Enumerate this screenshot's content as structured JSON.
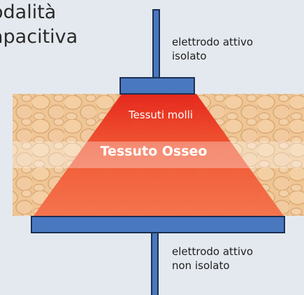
{
  "title": {
    "line1": "odalità",
    "line2": "apacitiva"
  },
  "labels": {
    "top_electrode": "elettrodo attivo\nisolato",
    "bottom_electrode": "elettrodo attivo\nnon isolato",
    "soft_tissue": "Tessuti molli",
    "bone_tissue": "Tessuto Osseo"
  },
  "colors": {
    "background": "#e4e9ef",
    "electrode": "#4a78c0",
    "electrode_border": "#1c2f52",
    "tissue": "#eec392",
    "field_red": "#e8281c",
    "field_orange": "#f0623a"
  }
}
